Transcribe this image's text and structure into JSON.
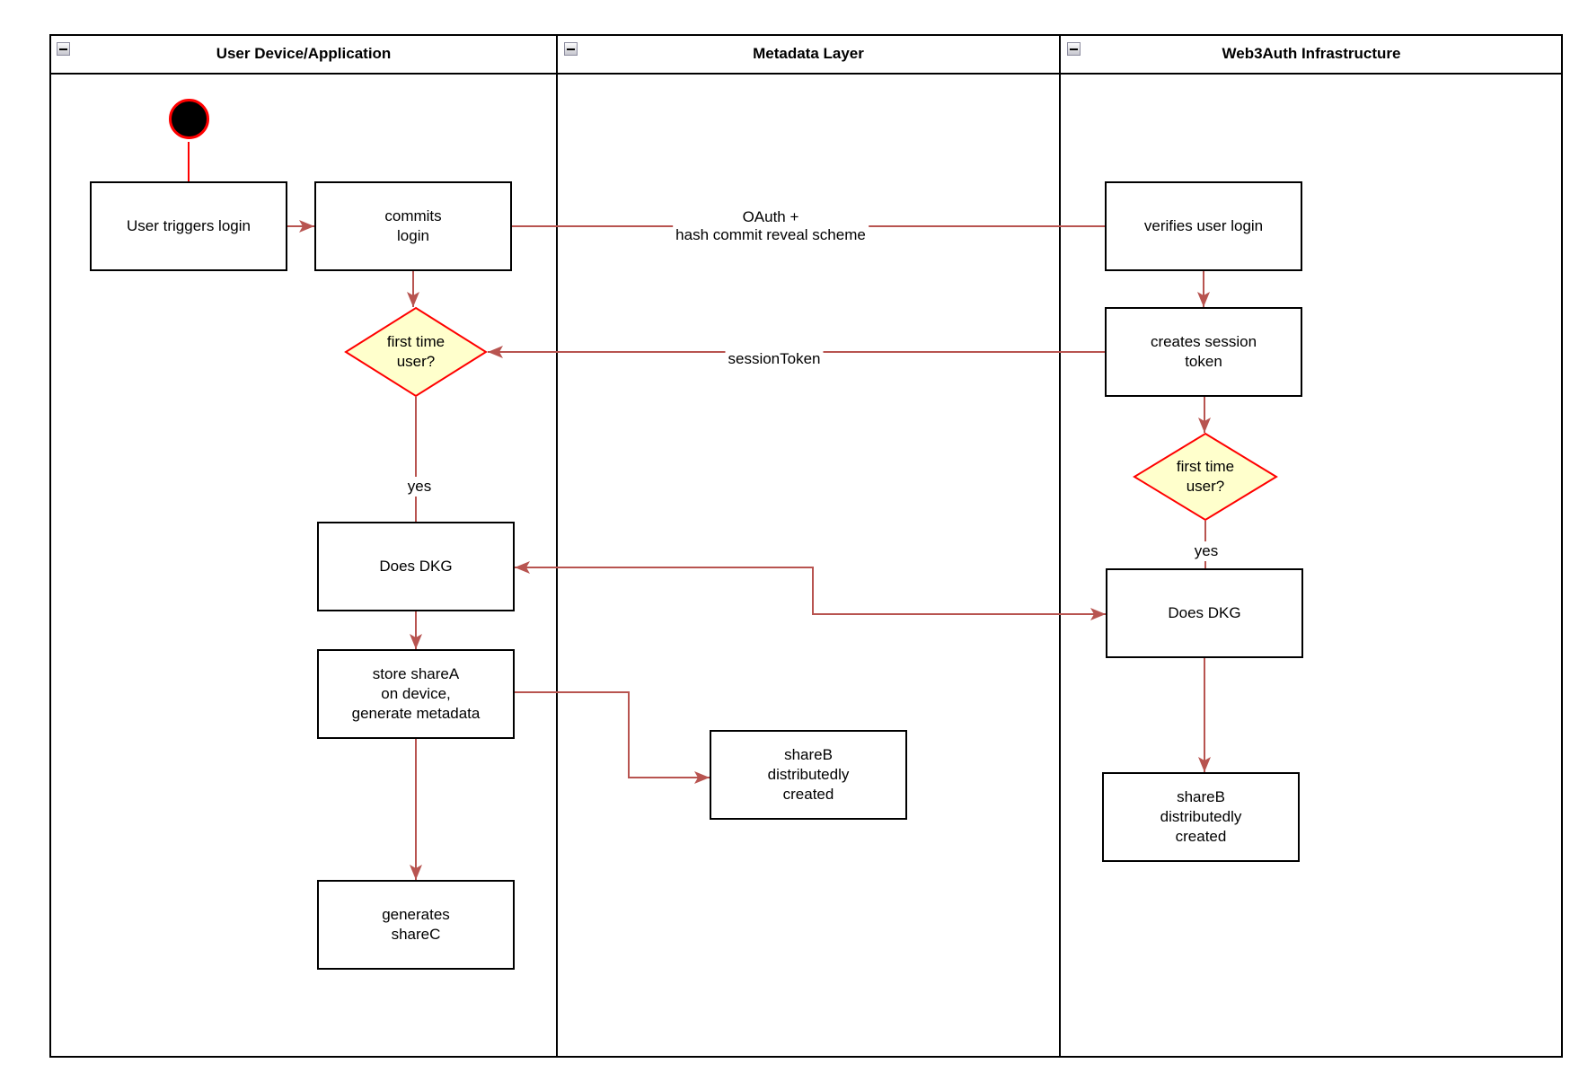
{
  "diagram": {
    "lanes": [
      {
        "title": "User Device/Application"
      },
      {
        "title": "Metadata Layer"
      },
      {
        "title": "Web3Auth Infrastructure"
      }
    ],
    "nodes": {
      "user_triggers_login": "User triggers login",
      "commits_login": "commits\nlogin",
      "first_time_user_device": "first time\nuser?",
      "does_dkg_device": "Does DKG",
      "store_sharea": "store shareA\non device,\ngenerate metadata",
      "generates_sharec": "generates\nshareC",
      "shareb_metadata": "shareB\ndistributedly\ncreated",
      "verifies_user_login": "verifies user login",
      "creates_session_token": "creates session\ntoken",
      "first_time_user_infra": "first time\nuser?",
      "does_dkg_infra": "Does DKG",
      "shareb_infra": "shareB\ndistributedly\ncreated"
    },
    "edge_labels": {
      "oauth": "OAuth +\nhash commit reveal scheme",
      "session_token": "sessionToken",
      "yes_device": "yes",
      "yes_infra": "yes"
    },
    "colors": {
      "arrow_color": "#B85450",
      "start_color": "#FF0000",
      "decision_fill": "#FFFFCC",
      "decision_border": "#FF0000",
      "node_fill": "#FFFFFF",
      "node_border": "#000000",
      "lane_border": "#000000"
    }
  }
}
